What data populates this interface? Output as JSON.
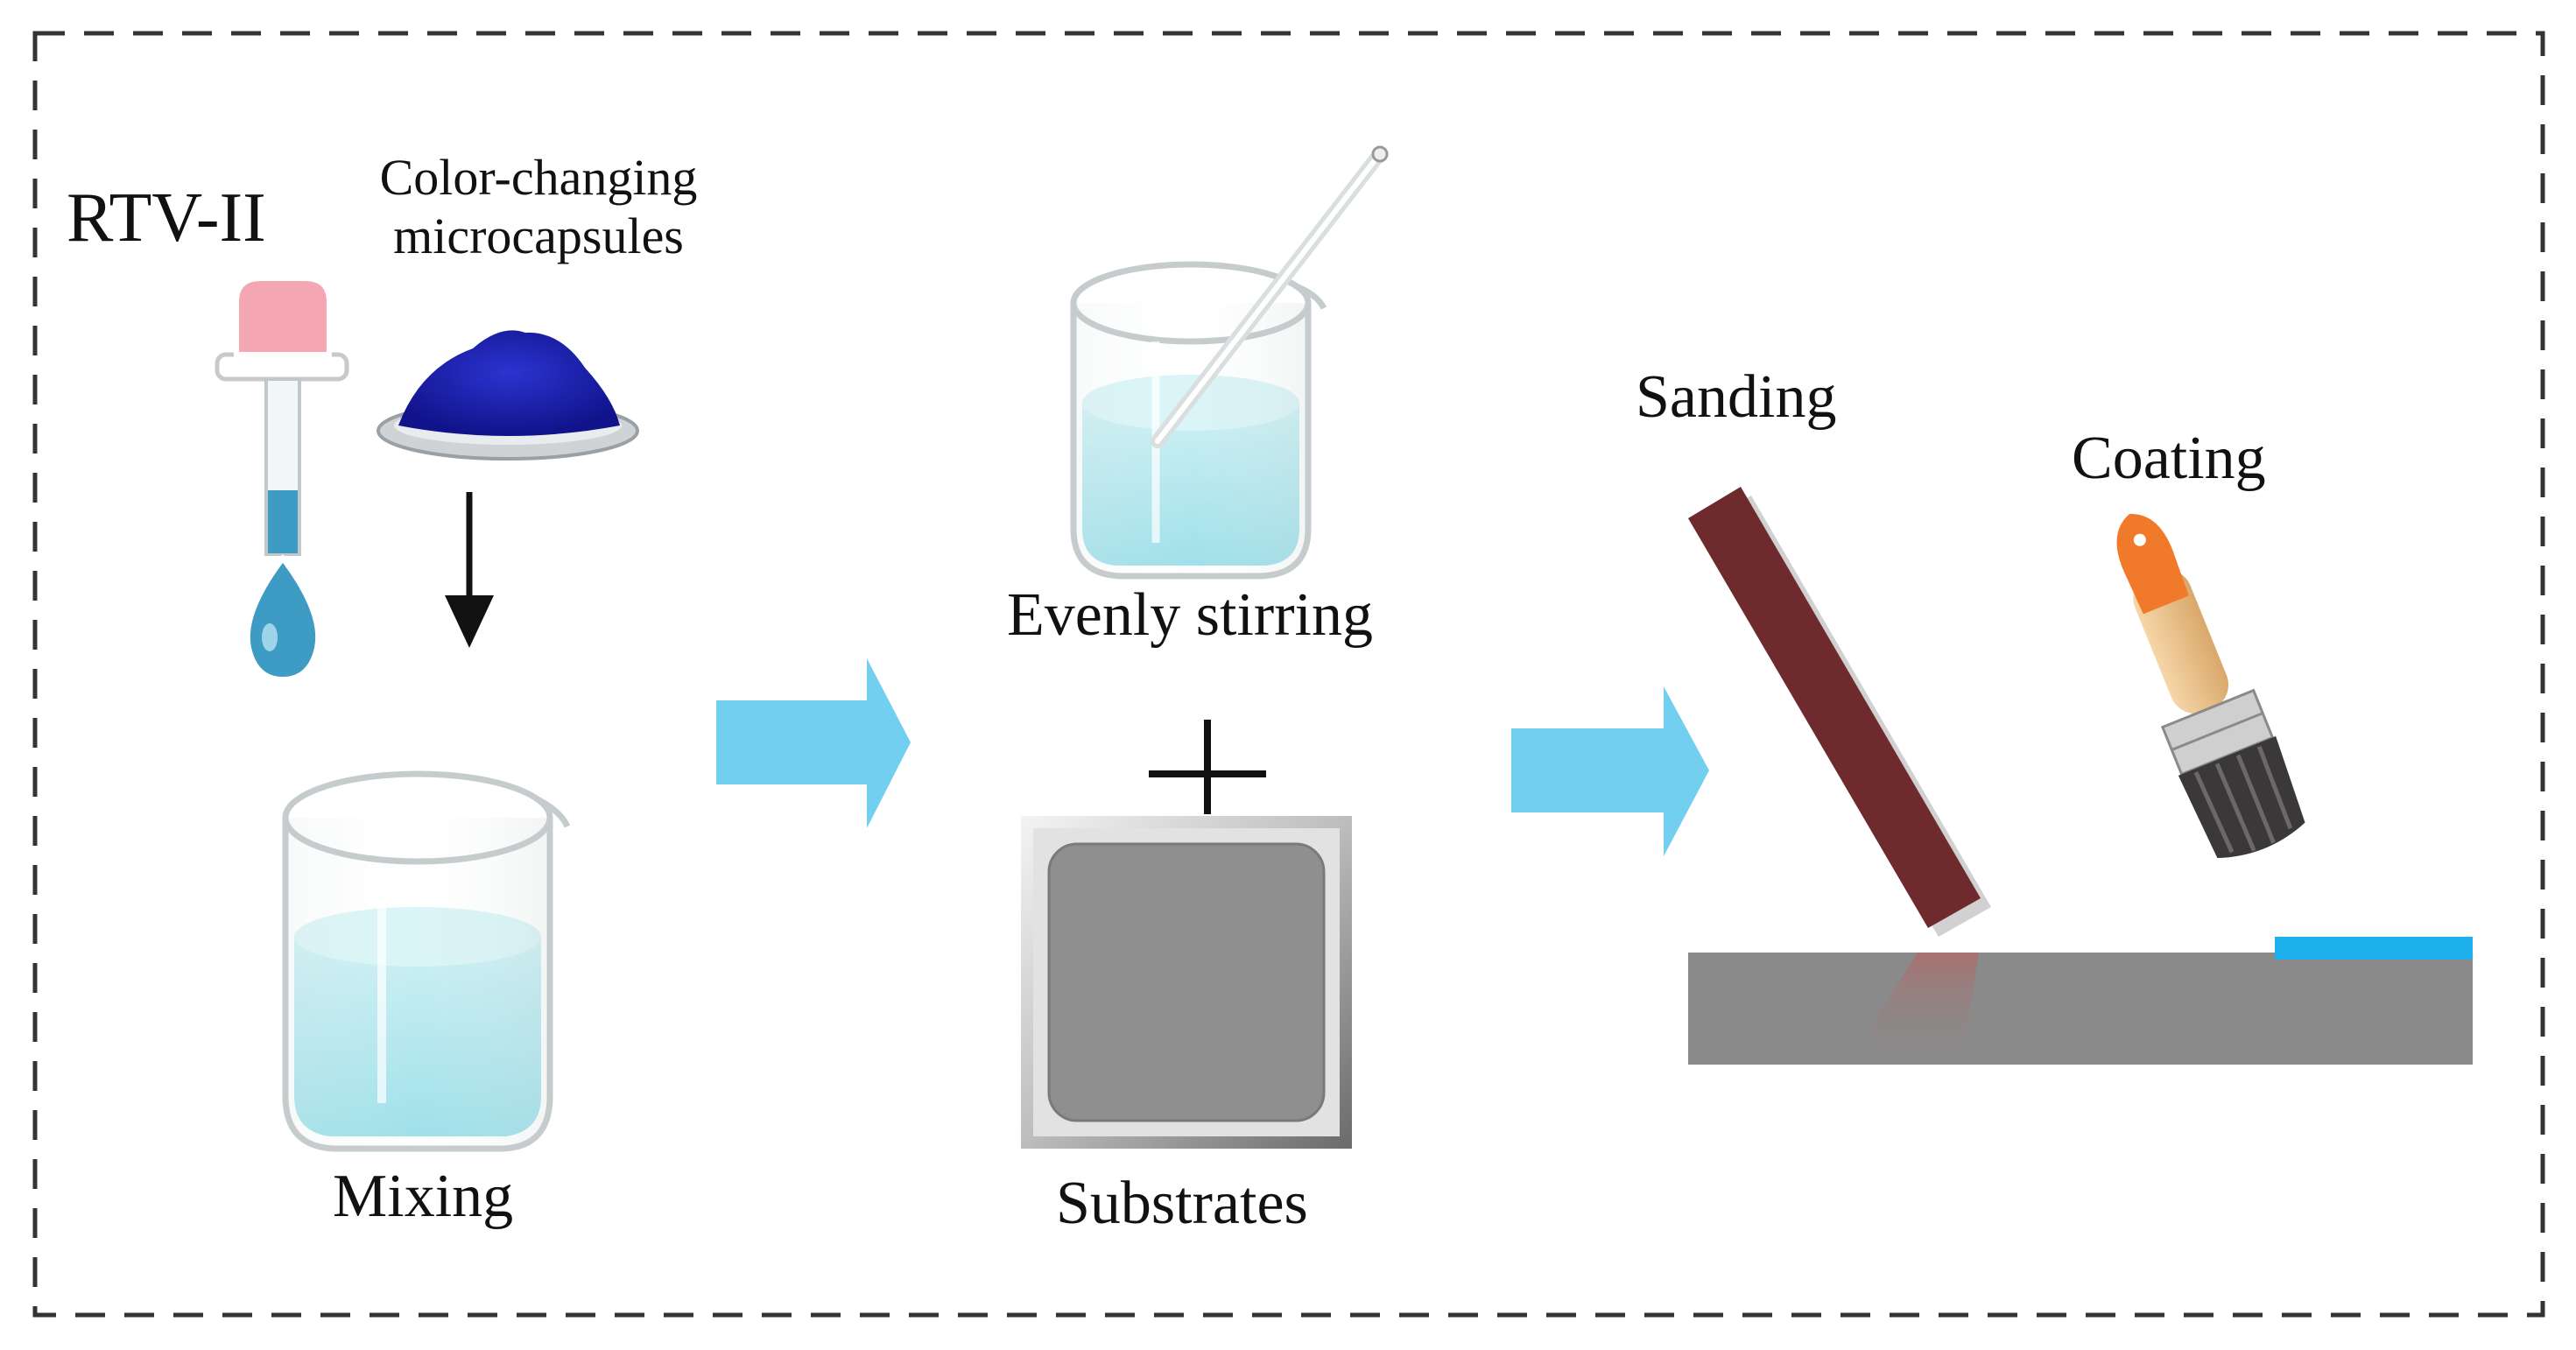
{
  "figure": {
    "labels": {
      "rtv": "RTV-II",
      "microcapsules": "Color-changing microcapsules",
      "mixing": "Mixing",
      "stirring": "Evenly stirring",
      "substrates": "Substrates",
      "sanding": "Sanding",
      "coating": "Coating"
    },
    "colors": {
      "frame": "#333333",
      "arrow": "#73CFF0",
      "liquid": "#9FE0EA",
      "powder": "#1A1FA8",
      "dropper_bulb": "#F4A7B2",
      "drop": "#3E9CC4",
      "sandpaper": "#6E2A2C",
      "substrate_bar": "#8A8A8A",
      "coating_layer": "#1EB0EC",
      "brush_tip": "#F07A2A",
      "plate": "#8F8F8F"
    },
    "steps": [
      "Mixing",
      "Evenly stirring",
      "Sanding",
      "Coating"
    ]
  }
}
